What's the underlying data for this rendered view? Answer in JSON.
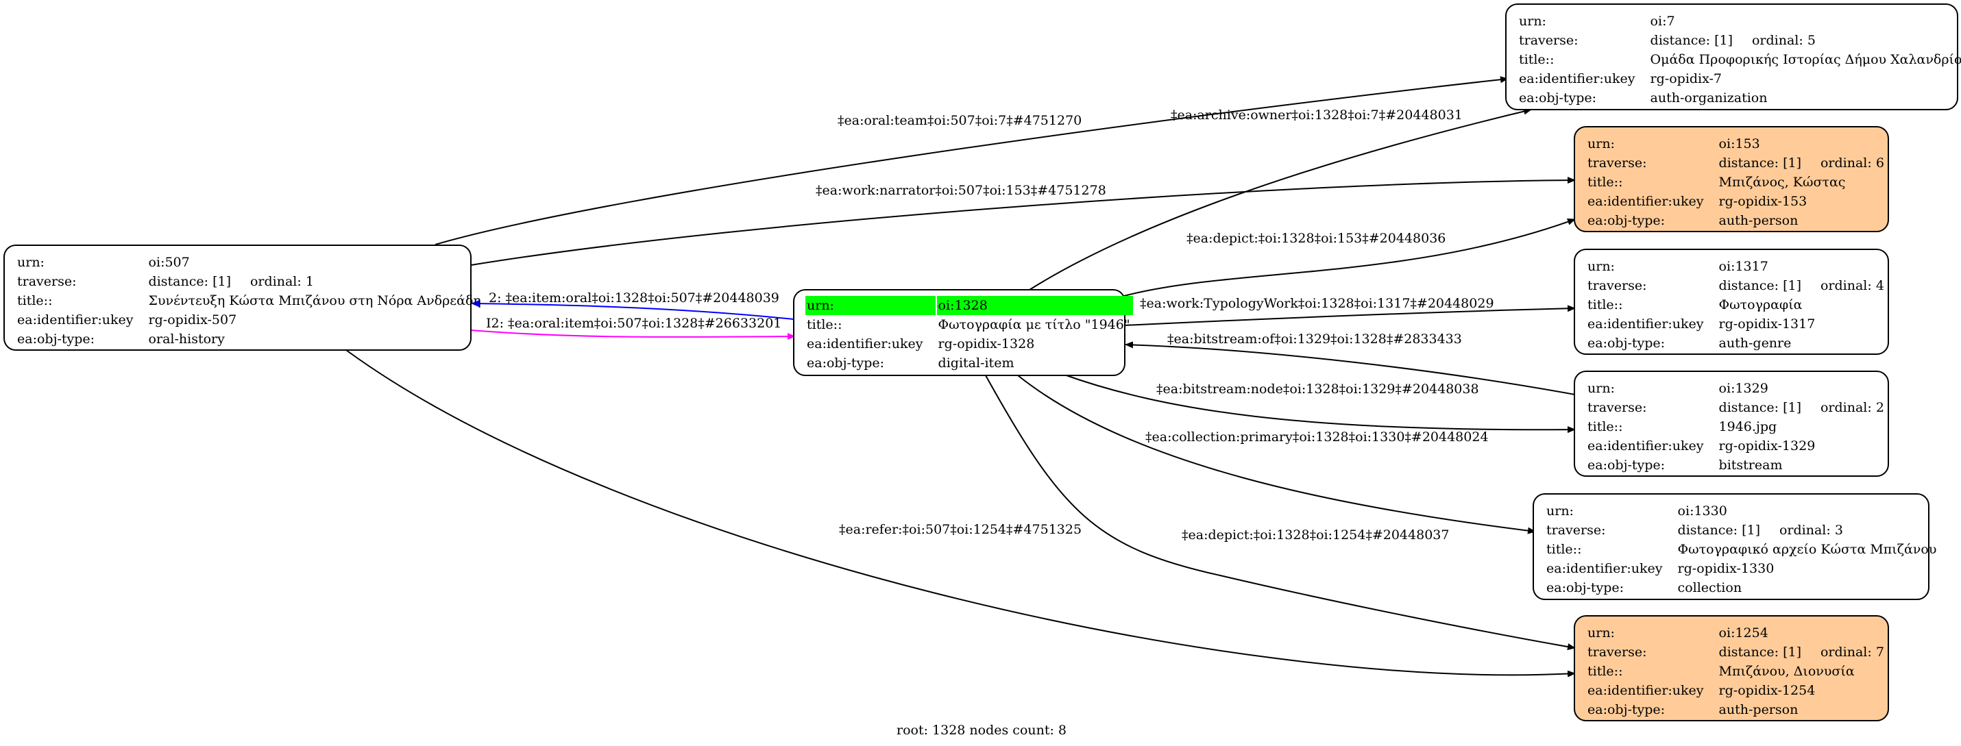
{
  "graph": {
    "footer": "root: 1328 nodes count: 8",
    "keys": {
      "urn": "urn:",
      "traverse": "traverse:",
      "title": "title::",
      "ukey": "ea:identifier:ukey",
      "objtype": "ea:obj-type:"
    },
    "colors": {
      "root_highlight": "#00ff00",
      "person_fill": "#ffcc99",
      "default_fill": "#ffffff",
      "edge_default": "#000000",
      "edge_inverse_blue": "#0000ff",
      "edge_inverse_magenta": "#ff00ff"
    },
    "nodes": {
      "n507": {
        "urn": "oi:507",
        "distance": "distance: [1]",
        "ordinal": "ordinal: 1",
        "title": "Συνέντευξη Κώστα Μπιζάνου στη Νόρα Ανδρεάδη",
        "ukey": "rg-opidix-507",
        "objtype": "oral-history"
      },
      "n1328": {
        "urn": "oi:1328",
        "title": "Φωτογραφία με τίτλο \"1946\"",
        "ukey": "rg-opidix-1328",
        "objtype": "digital-item",
        "is_root": true
      },
      "n7": {
        "urn": "oi:7",
        "distance": "distance: [1]",
        "ordinal": "ordinal: 5",
        "title": "Ομάδα Προφορικής Ιστορίας Δήμου Χαλανδρίου",
        "ukey": "rg-opidix-7",
        "objtype": "auth-organization"
      },
      "n153": {
        "urn": "oi:153",
        "distance": "distance: [1]",
        "ordinal": "ordinal: 6",
        "title": "Μπιζάνος, Κώστας",
        "ukey": "rg-opidix-153",
        "objtype": "auth-person"
      },
      "n1317": {
        "urn": "oi:1317",
        "distance": "distance: [1]",
        "ordinal": "ordinal: 4",
        "title": "Φωτογραφία",
        "ukey": "rg-opidix-1317",
        "objtype": "auth-genre"
      },
      "n1329": {
        "urn": "oi:1329",
        "distance": "distance: [1]",
        "ordinal": "ordinal: 2",
        "title": "1946.jpg",
        "ukey": "rg-opidix-1329",
        "objtype": "bitstream"
      },
      "n1330": {
        "urn": "oi:1330",
        "distance": "distance: [1]",
        "ordinal": "ordinal: 3",
        "title": "Φωτογραφικό αρχείο Κώστα Μπιζάνου",
        "ukey": "rg-opidix-1330",
        "objtype": "collection"
      },
      "n1254": {
        "urn": "oi:1254",
        "distance": "distance: [1]",
        "ordinal": "ordinal: 7",
        "title": "Μπιζάνου, Διονυσία",
        "ukey": "rg-opidix-1254",
        "objtype": "auth-person"
      }
    },
    "edges": [
      {
        "id": "e_oral_team",
        "from": "oi:507",
        "to": "oi:7",
        "label": "‡ea:oral:team‡oi:507‡oi:7‡#4751270",
        "color": "#000000"
      },
      {
        "id": "e_work_narrator",
        "from": "oi:507",
        "to": "oi:153",
        "label": "‡ea:work:narrator‡oi:507‡oi:153‡#4751278",
        "color": "#000000"
      },
      {
        "id": "e_item_oral",
        "from": "oi:1328",
        "to": "oi:507",
        "label": "2: ‡ea:item:oral‡oi:1328‡oi:507‡#20448039",
        "color": "#0000ff"
      },
      {
        "id": "e_oral_item",
        "from": "oi:507",
        "to": "oi:1328",
        "label": "I2: ‡ea:oral:item‡oi:507‡oi:1328‡#26633201",
        "color": "#ff00ff"
      },
      {
        "id": "e_refer",
        "from": "oi:507",
        "to": "oi:1254",
        "label": "‡ea:refer:‡oi:507‡oi:1254‡#4751325",
        "color": "#000000"
      },
      {
        "id": "e_archive_owner",
        "from": "oi:1328",
        "to": "oi:7",
        "label": "‡ea:archive:owner‡oi:1328‡oi:7‡#20448031",
        "color": "#000000"
      },
      {
        "id": "e_depict_153",
        "from": "oi:1328",
        "to": "oi:153",
        "label": "‡ea:depict:‡oi:1328‡oi:153‡#20448036",
        "color": "#000000"
      },
      {
        "id": "e_typology",
        "from": "oi:1328",
        "to": "oi:1317",
        "label": "‡ea:work:TypologyWork‡oi:1328‡oi:1317‡#20448029",
        "color": "#000000"
      },
      {
        "id": "e_bitstream_of",
        "from": "oi:1329",
        "to": "oi:1328",
        "label": "‡ea:bitstream:of‡oi:1329‡oi:1328‡#2833433",
        "color": "#000000"
      },
      {
        "id": "e_bitstream_node",
        "from": "oi:1328",
        "to": "oi:1329",
        "label": "‡ea:bitstream:node‡oi:1328‡oi:1329‡#20448038",
        "color": "#000000"
      },
      {
        "id": "e_collection",
        "from": "oi:1328",
        "to": "oi:1330",
        "label": "‡ea:collection:primary‡oi:1328‡oi:1330‡#20448024",
        "color": "#000000"
      },
      {
        "id": "e_depict_1254",
        "from": "oi:1328",
        "to": "oi:1254",
        "label": "‡ea:depict:‡oi:1328‡oi:1254‡#20448037",
        "color": "#000000"
      }
    ]
  }
}
